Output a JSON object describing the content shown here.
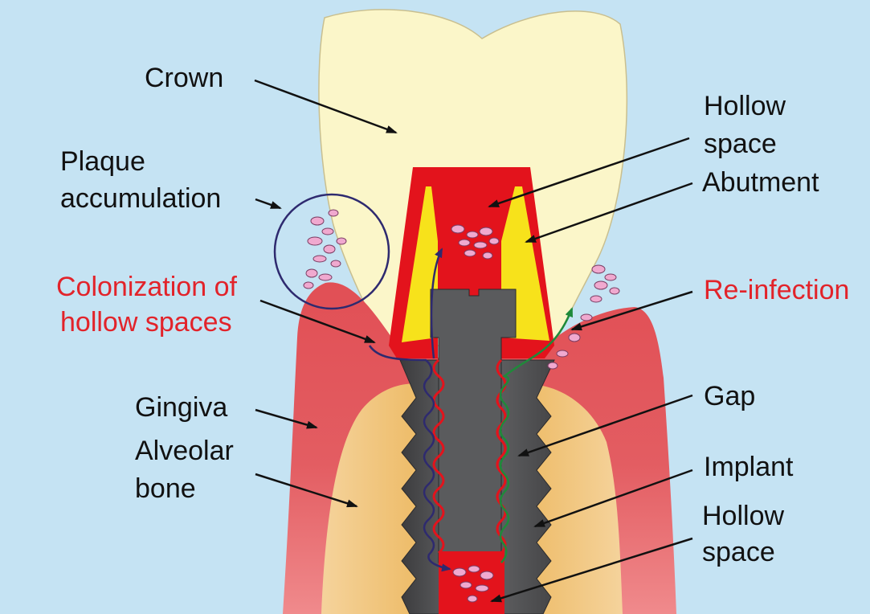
{
  "labels": {
    "crown": "Crown",
    "hollow_space_top_1": "Hollow",
    "hollow_space_top_2": "space",
    "abutment": "Abutment",
    "plaque_1": "Plaque",
    "plaque_2": "accumulation",
    "colonization_1": "Colonization of",
    "colonization_2": "hollow spaces",
    "reinfection": "Re-infection",
    "gingiva": "Gingiva",
    "gap": "Gap",
    "alveolar_1": "Alveolar",
    "alveolar_2": "bone",
    "implant": "Implant",
    "hollow_space_bottom_1": "Hollow",
    "hollow_space_bottom_2": "space"
  },
  "colors": {
    "background": "#c5e3f3",
    "crown": "#fbf6c9",
    "gingiva": "#e45b5e",
    "bone": "#efc273",
    "abutment": "#e3131c",
    "abutment_insert": "#f7e21b",
    "implant": "#5b5b5d",
    "plaque": "#f0a9cf",
    "highlight_text": "#e2232a",
    "colonization_path": "#2e2a6f",
    "reinfection_path": "#1f8a3a"
  }
}
